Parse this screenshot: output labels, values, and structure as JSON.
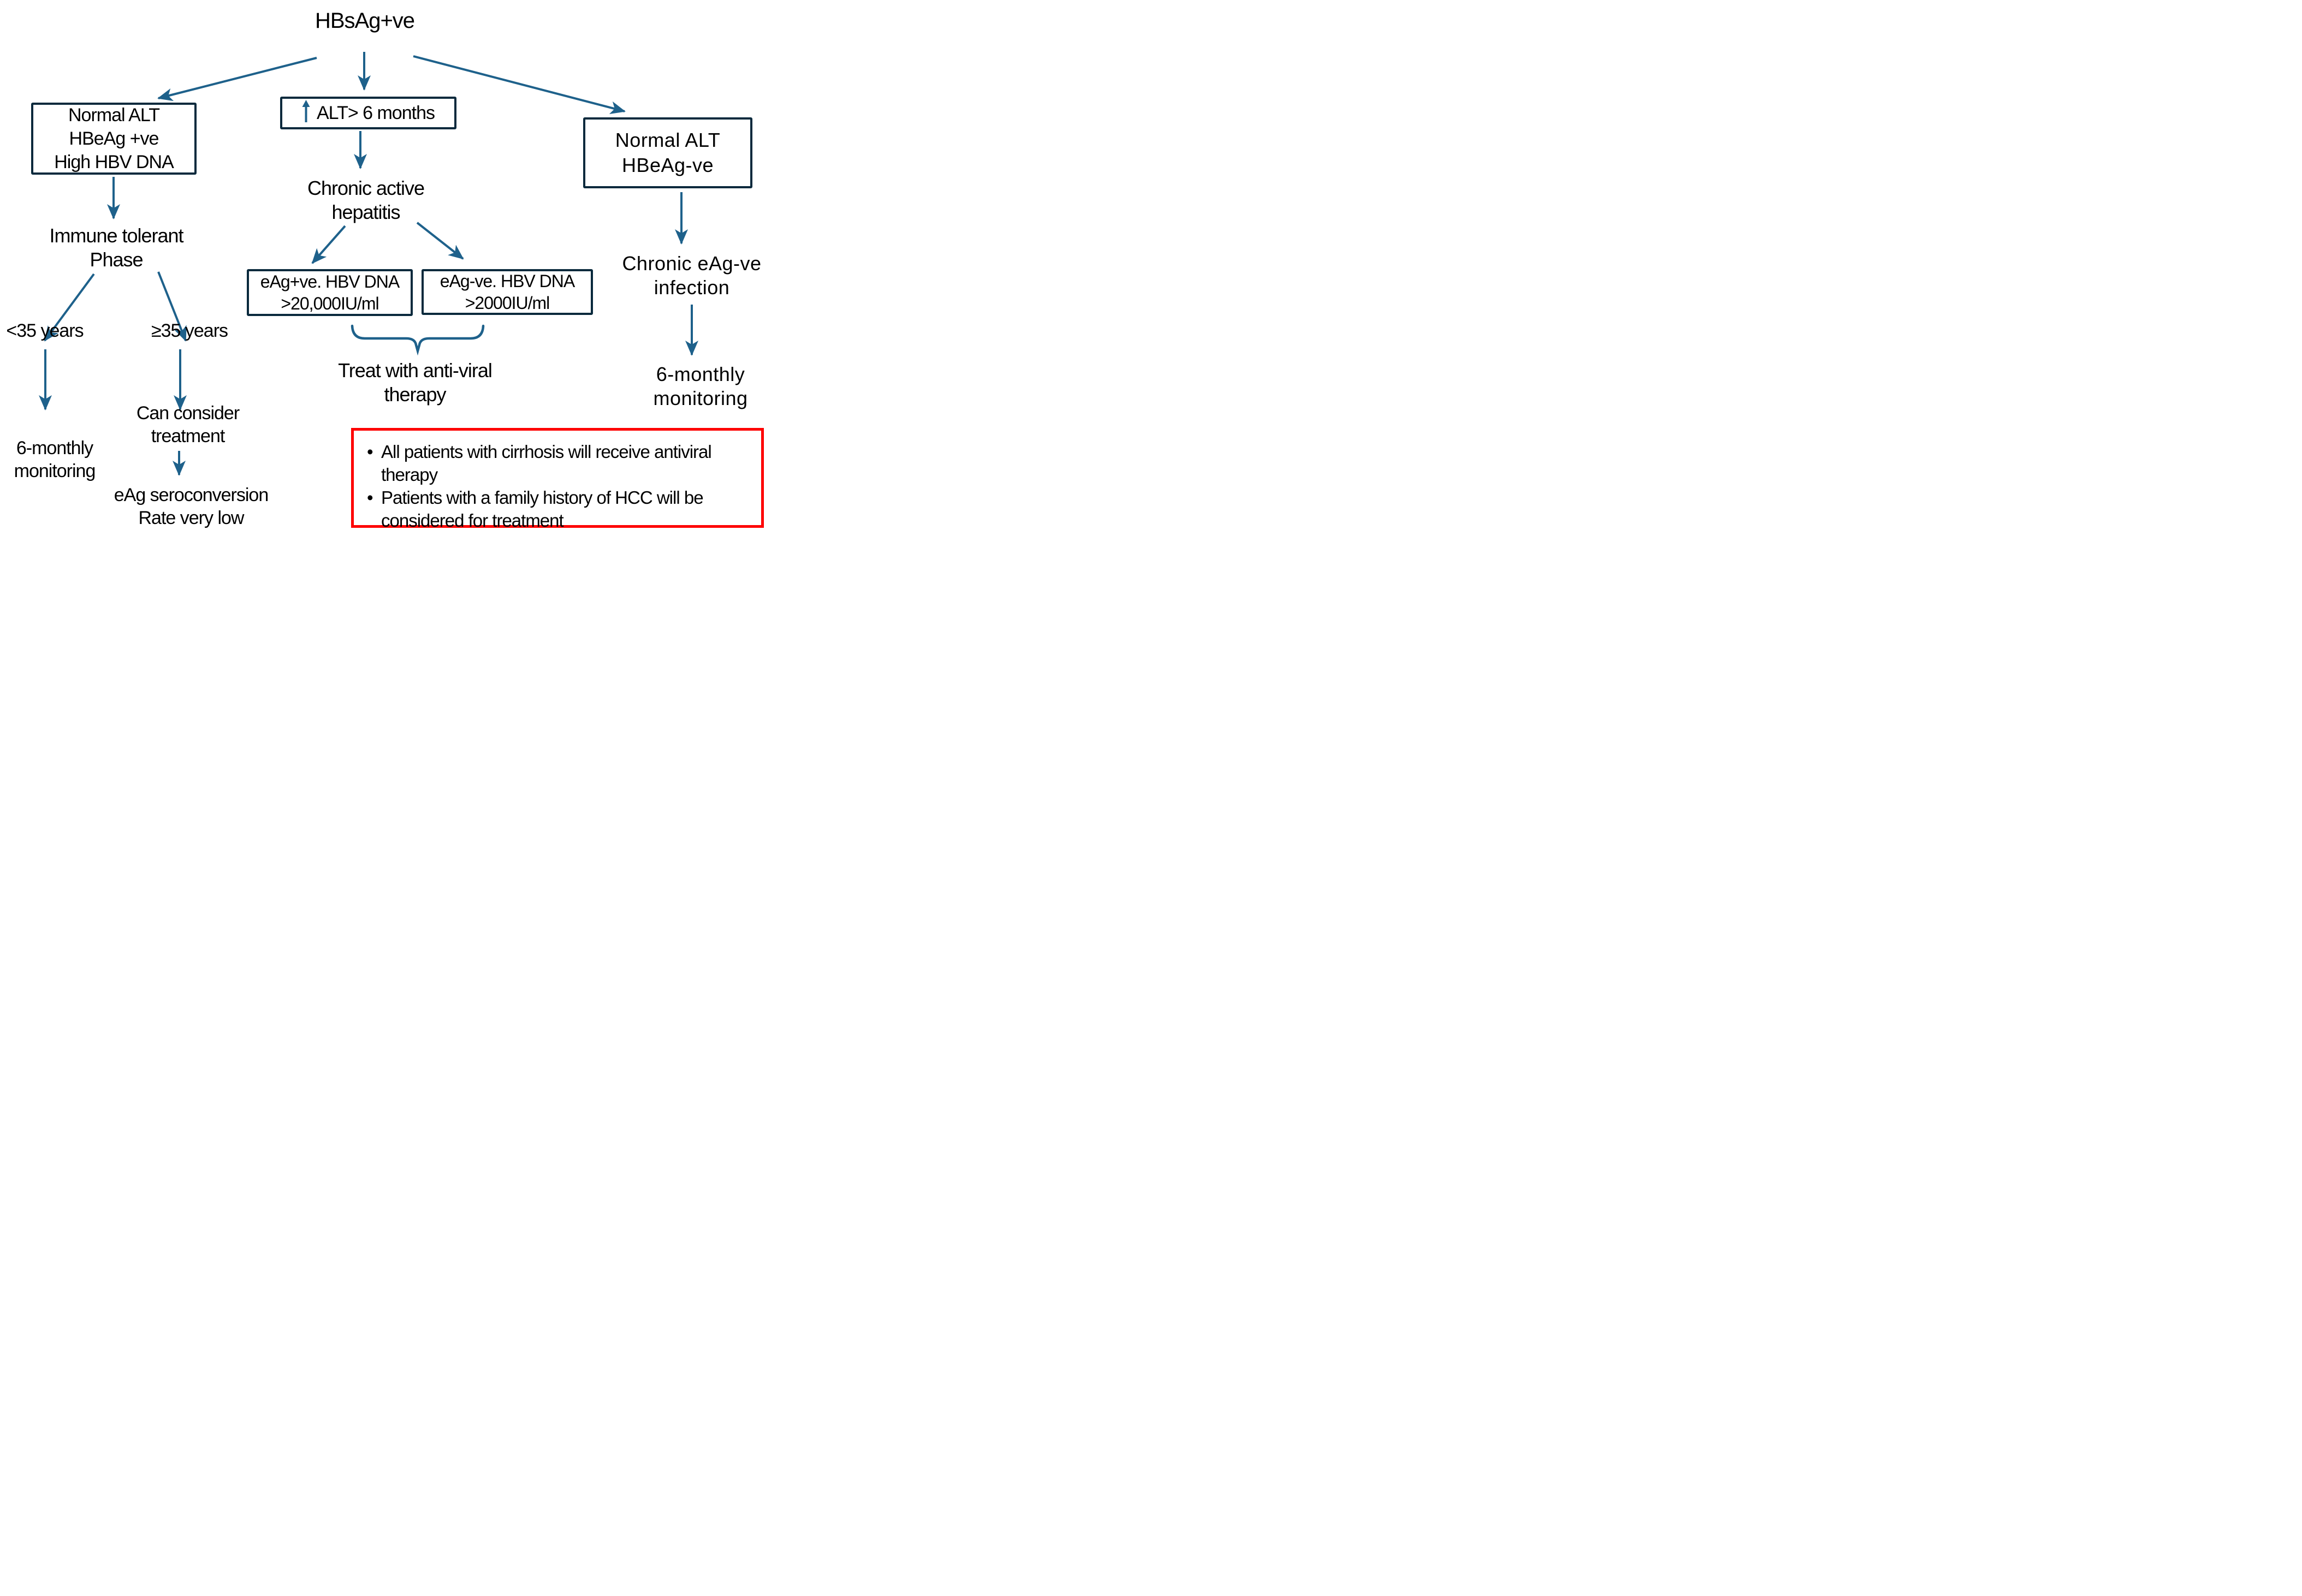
{
  "diagram": {
    "title": "HBsAg+ve",
    "colors": {
      "arrow": "#1e618b",
      "box_border": "#0a2a3d",
      "alert_border": "#fe0000",
      "text": "#000000"
    },
    "nodes": {
      "root": "HBsAg+ve",
      "left_box": {
        "lines": [
          "Normal ALT",
          "HBeAg +ve",
          "High HBV DNA"
        ]
      },
      "center_box": {
        "icon": "up-arrow-icon",
        "label": "ALT> 6 months"
      },
      "right_box": {
        "lines": [
          "Normal ALT",
          "HBeAg-ve"
        ]
      },
      "immune_tolerant": {
        "lines": [
          "Immune tolerant",
          "Phase"
        ]
      },
      "under_35": "<35 years",
      "over_35": "≥35 years",
      "monitoring_left": {
        "lines": [
          "6-monthly",
          "monitoring"
        ]
      },
      "consider_treatment": {
        "lines": [
          "Can consider",
          "treatment"
        ]
      },
      "seroconversion": {
        "lines": [
          "eAg seroconversion",
          "Rate very low"
        ]
      },
      "chronic_active": {
        "lines": [
          "Chronic active",
          "hepatitis"
        ]
      },
      "eag_pos_box": {
        "lines": [
          "eAg+ve. HBV DNA",
          ">20,000IU/ml"
        ]
      },
      "eag_neg_box": {
        "lines": [
          "eAg-ve. HBV DNA",
          ">2000IU/ml"
        ]
      },
      "treat_antiviral": {
        "lines": [
          "Treat with anti-viral",
          "therapy"
        ]
      },
      "chronic_eag_neg": {
        "lines": [
          "Chronic eAg-ve",
          "infection"
        ]
      },
      "monitoring_right": {
        "lines": [
          "6-monthly",
          "monitoring"
        ]
      }
    },
    "alert_box": {
      "bullets": [
        "All patients with cirrhosis will receive antiviral therapy",
        "Patients with a family history of HCC will be considered for treatment"
      ]
    }
  }
}
